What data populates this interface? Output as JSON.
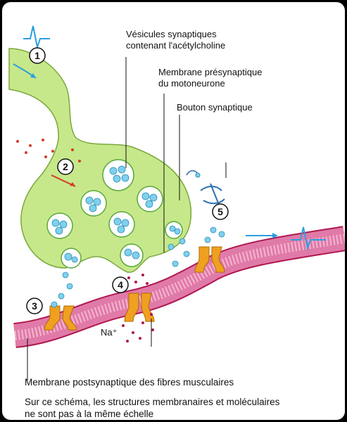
{
  "labels": {
    "vesicles_line1": "Vésicules synaptiques",
    "vesicles_line2": "contenant l'acétylcholine",
    "presyn_line1": "Membrane présynaptique",
    "presyn_line2": "du motoneurone",
    "bouton": "Bouton synaptique",
    "postsyn": "Membrane postsynaptique des fibres musculaires",
    "sodium": "Na⁺"
  },
  "steps": [
    "1",
    "2",
    "3",
    "4",
    "5"
  ],
  "caption": {
    "line1": "Sur ce schéma, les structures membranaires et moléculaires",
    "line2": "ne sont pas à la même échelle"
  },
  "colors": {
    "terminal": "#c6e88a",
    "terminal_outline": "#7aa83c",
    "vesicle": "#7fd0ec",
    "membrane": "#e07aa8",
    "channel": "#f0a020",
    "signal": "#2b9fe0",
    "ions": "#b0174f",
    "calcium": "#d63a2a"
  }
}
